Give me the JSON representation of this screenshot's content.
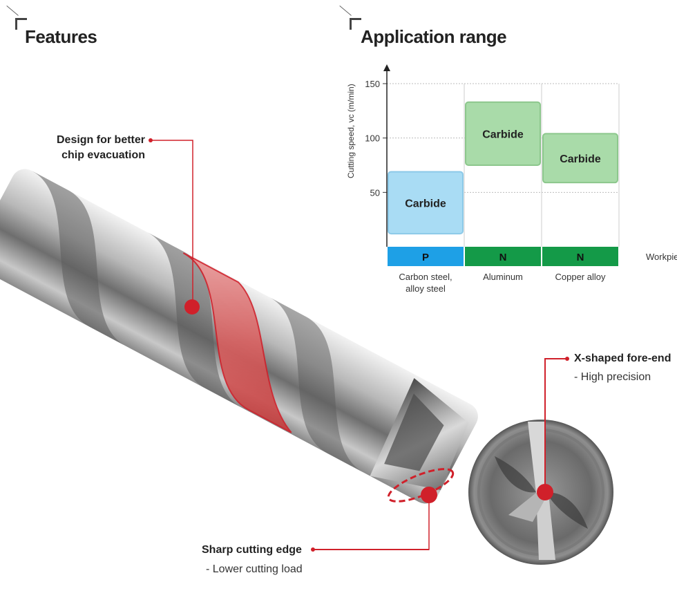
{
  "features": {
    "heading": "Features",
    "callouts": {
      "chip_evacuation": [
        "Design for better",
        "chip evacuation"
      ],
      "cutting_edge": {
        "title": "Sharp cutting edge",
        "sub": "- Lower cutting load"
      },
      "fore_end": {
        "title": "X-shaped fore-end",
        "sub": "- High precision"
      }
    }
  },
  "application": {
    "heading": "Application range",
    "workpiece_label": "Workpiece"
  },
  "chart_data": {
    "type": "bar",
    "title": "Application range",
    "ylabel": "Cutting speed, vc (m/min)",
    "xlabel": "Workpiece",
    "ylim": [
      0,
      150
    ],
    "yticks": [
      50,
      100,
      150
    ],
    "grid": true,
    "categories": [
      {
        "label": [
          "Carbon steel,",
          "alloy steel"
        ],
        "group": "P",
        "group_color": "#1ea0e6",
        "bar_label": "Carbide",
        "range": [
          12,
          69
        ],
        "fill": "#a9dcf4",
        "stroke": "#8cc9e8"
      },
      {
        "label": [
          "Aluminum"
        ],
        "group": "N",
        "group_color": "#149a48",
        "bar_label": "Carbide",
        "range": [
          75,
          133
        ],
        "fill": "#a9dba9",
        "stroke": "#8cc78c"
      },
      {
        "label": [
          "Copper alloy"
        ],
        "group": "N",
        "group_color": "#149a48",
        "bar_label": "Carbide",
        "range": [
          59,
          104
        ],
        "fill": "#a9dba9",
        "stroke": "#8cc78c"
      }
    ]
  }
}
